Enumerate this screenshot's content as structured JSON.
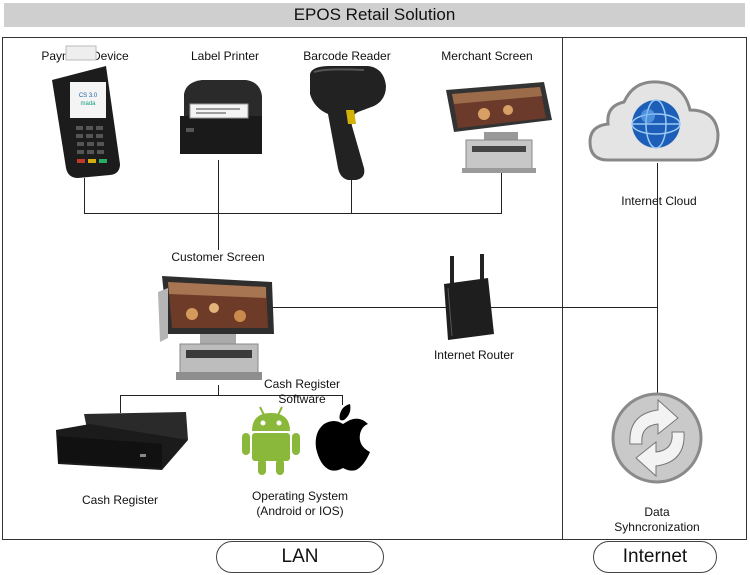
{
  "title": "EPOS Retail Solution",
  "lan_section": {
    "devices_top": [
      {
        "label": "Payment Device",
        "icon": "payment-terminal-icon",
        "screen_text_1": "CS 3.0",
        "screen_text_2": "mada"
      },
      {
        "label": "Label Printer",
        "icon": "label-printer-icon"
      },
      {
        "label": "Barcode Reader",
        "icon": "barcode-scanner-icon"
      },
      {
        "label": "Merchant Screen",
        "icon": "merchant-screen-icon"
      }
    ],
    "customer_screen": {
      "label": "Customer Screen",
      "icon": "pos-terminal-icon"
    },
    "internet_router": {
      "label": "Internet Router",
      "icon": "router-icon"
    },
    "cash_register_software": {
      "label_line1": "Cash Register",
      "label_line2": "Software"
    },
    "cash_register": {
      "label": "Cash Register",
      "icon": "cash-drawer-icon"
    },
    "operating_system": {
      "label_line1": "Operating System",
      "label_line2": "(Android or IOS)",
      "icons": [
        "android-icon",
        "apple-icon"
      ]
    }
  },
  "internet_section": {
    "cloud": {
      "label": "Internet Cloud",
      "icon": "cloud-globe-icon"
    },
    "sync": {
      "label_line1": "Data",
      "label_line2": "Syhncronization",
      "icon": "sync-icon"
    }
  },
  "footer": {
    "lan_label": "LAN",
    "internet_label": "Internet"
  },
  "colors": {
    "title_bar": "#cfcfcf",
    "android_green": "#8ab83a",
    "line": "#222222"
  }
}
